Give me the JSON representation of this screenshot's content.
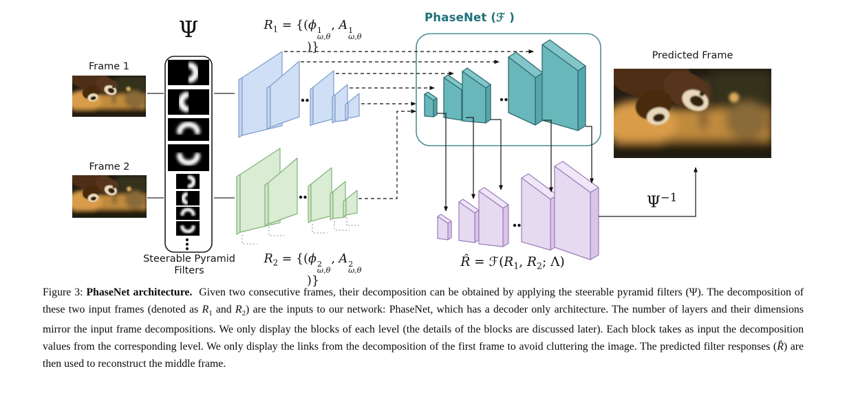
{
  "theme": {
    "blue-face": "#cfdff5",
    "blue-strip": "#c3d5ee",
    "blue-stroke": "#7c9ccb",
    "green-face": "#daecd3",
    "green-strip": "#cfe5c7",
    "green-stroke": "#80b277",
    "teal-face": "#68b7bb",
    "teal-strip": "#58a6ad",
    "teal-top": "#83c6c9",
    "teal-stroke": "#2c6b72",
    "purple-face": "#e6daf1",
    "purple-strip": "#d8c5e8",
    "purple-top": "#efe6f7",
    "purple-stroke": "#9c7cba",
    "phasenet": "#20707a",
    "phasenet-box": "#4b8d91",
    "line": "#333333"
  },
  "figure": {
    "frame1_label": "Frame 1",
    "frame2_label": "Frame 2",
    "predicted_label": "Predicted Frame",
    "psi_symbol": "Ψ",
    "psi_inverse_html": "Ψ<sup>−1</sup>",
    "filter_bank_label": [
      "Steerable Pyramid",
      "Filters"
    ],
    "phasenet_label_html": "PhaseNet (<span class='scr'>ℱ</span> )",
    "r1_formula_html": "<i>R</i><sub>1</sub> = {(<i>ϕ</i><span class='st'><sup>1</sup><sub>ω,θ</sub></span>, <i>A</i><span class='st'><sup>1</sup><sub>ω,θ</sub></span>)}",
    "r2_formula_html": "<i>R</i><sub>2</sub> = {(<i>ϕ</i><span class='st'><sup>2</sup><sub>ω,θ</sub></span>, <i>A</i><span class='st'><sup>2</sup><sub>ω,θ</sub></span>)}",
    "rhat_formula_html": "<i>R̂</i> = <span class='scr'>ℱ</span>(<i>R</i><sub>1</sub>, <i>R</i><sub>2</sub>; Λ)"
  },
  "caption_html": "Figure 3: <b>PhaseNet architecture.</b>&nbsp; Given two consecutive frames, their decomposition can be obtained by applying the steerable pyramid filters (Ψ). The decomposition of these two input frames (denoted as <i>R</i><sub>1</sub> and <i>R</i><sub>2</sub>) are the inputs to our network: PhaseNet, which has a decoder only architecture. The number of layers and their dimensions mirror the input frame decompositions. We only display the blocks of each level (the details of the blocks are discussed later). Each block takes as input the decomposition values from the corresponding level. We only display the links from the decomposition of the first frame to avoid cluttering the image. The predicted filter responses (<i>R̂</i>) are then used to reconstruct the middle frame."
}
